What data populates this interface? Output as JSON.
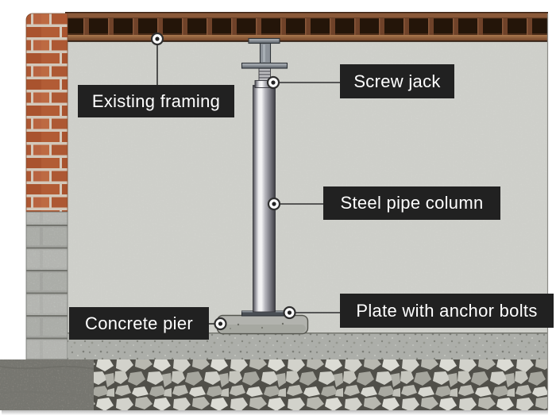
{
  "labels": {
    "existing_framing": "Existing framing",
    "screw_jack": "Screw jack",
    "steel_pipe_column": "Steel pipe column",
    "plate_with_anchor_bolts": "Plate with anchor bolts",
    "concrete_pier": "Concrete pier"
  },
  "colors": {
    "label_background": "#212121",
    "label_text": "#ffffff",
    "wall": "#d6d7d2",
    "brick": "#b25c35",
    "brick_mortar": "#d3c8ba",
    "concrete_block": "#b9bbb7",
    "wood_framing": "#7c4a2d",
    "joist_cavity": "#241509",
    "steel_column": "#9a9aa0",
    "steel_plate": "#878d94",
    "concrete_slab": "#acaea9",
    "gravel_gap": "#504f49",
    "callout_line": "#2f2f2f"
  }
}
